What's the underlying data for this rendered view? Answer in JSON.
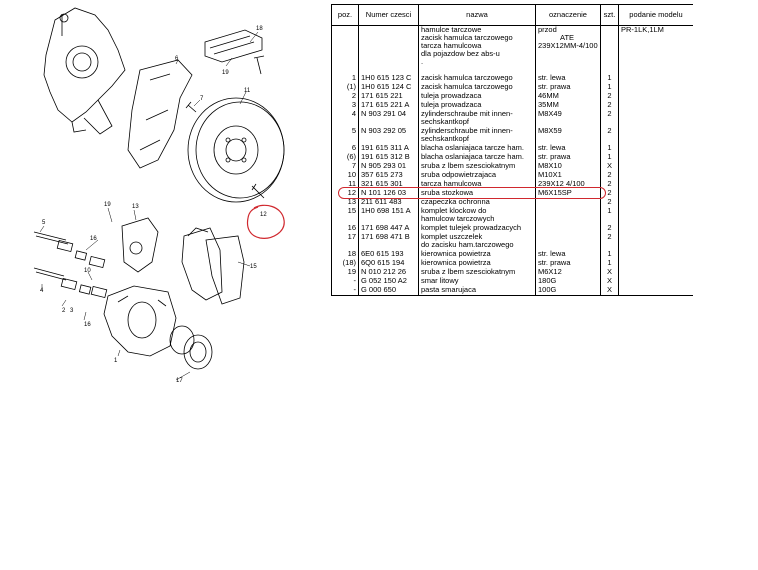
{
  "table": {
    "headers": [
      "poz.",
      "Numer czesci",
      "nazwa",
      "oznaczenie",
      "szt.",
      "podanie modelu"
    ],
    "rows": [
      {
        "pos": "",
        "num": "",
        "name": [
          "hamulce tarczowe",
          "zacisk hamulca tarczowego",
          "tarcza hamulcowa",
          "dla pojazdow bez abs-u",
          "."
        ],
        "desc": [
          "przod",
          "ATE",
          "239X12MM-4/100"
        ],
        "qty": "",
        "model": "PR-1LK,1LM"
      },
      {
        "pos": "1",
        "num": "1H0 615 123 C",
        "name": [
          "zacisk hamulca tarczowego"
        ],
        "desc": [
          "str. lewa"
        ],
        "qty": "1",
        "model": ""
      },
      {
        "pos": "(1)",
        "num": "1H0 615 124 C",
        "name": [
          "zacisk hamulca tarczowego"
        ],
        "desc": [
          "str. prawa"
        ],
        "qty": "1",
        "model": ""
      },
      {
        "pos": "2",
        "num": "171 615 221",
        "name": [
          "tuleja prowadzaca"
        ],
        "desc": [
          "46MM"
        ],
        "qty": "2",
        "model": ""
      },
      {
        "pos": "3",
        "num": "171 615 221 A",
        "name": [
          "tuleja prowadzaca"
        ],
        "desc": [
          "35MM"
        ],
        "qty": "2",
        "model": ""
      },
      {
        "pos": "4",
        "num": "N  903 291 04",
        "name": [
          "zylinderschraube mit innen-",
          "sechskantkopf"
        ],
        "desc": [
          "M8X49"
        ],
        "qty": "2",
        "model": ""
      },
      {
        "pos": "5",
        "num": "N  903 292 05",
        "name": [
          "zylinderschraube mit innen-",
          "sechskantkopf"
        ],
        "desc": [
          "M8X59"
        ],
        "qty": "2",
        "model": ""
      },
      {
        "pos": "6",
        "num": "191 615 311 A",
        "name": [
          "blacha oslaniajaca tarcze ham."
        ],
        "desc": [
          "str. lewa"
        ],
        "qty": "1",
        "model": ""
      },
      {
        "pos": "(6)",
        "num": "191 615 312 B",
        "name": [
          "blacha oslaniajaca tarcze ham."
        ],
        "desc": [
          "str. prawa"
        ],
        "qty": "1",
        "model": ""
      },
      {
        "pos": "7",
        "num": "N  905 293 01",
        "name": [
          "sruba  z lbem szesciokatnym"
        ],
        "desc": [
          "M8X10"
        ],
        "qty": "X",
        "model": ""
      },
      {
        "pos": "10",
        "num": "357 615 273",
        "name": [
          "sruba odpowietrzajaca"
        ],
        "desc": [
          "M10X1"
        ],
        "qty": "2",
        "model": ""
      },
      {
        "pos": "11",
        "num": "321 615 301",
        "name": [
          "tarcza hamulcowa"
        ],
        "desc": [
          "239X12   4/100"
        ],
        "qty": "2",
        "model": ""
      },
      {
        "pos": "12",
        "num": "N  101 126 03",
        "name": [
          "sruba stozkowa"
        ],
        "desc": [
          "M6X15SP"
        ],
        "qty": "2",
        "model": ""
      },
      {
        "pos": "13",
        "num": "211 611 483",
        "name": [
          "czapeczka ochronna"
        ],
        "desc": [
          ""
        ],
        "qty": "2",
        "model": ""
      },
      {
        "pos": "15",
        "num": "1H0 698 151 A",
        "name": [
          "komplet klockow do",
          "hamulcow tarczowych"
        ],
        "desc": [
          ""
        ],
        "qty": "1",
        "model": ""
      },
      {
        "pos": "16",
        "num": "171 698 447 A",
        "name": [
          "komplet tulejek prowadzacych"
        ],
        "desc": [
          ""
        ],
        "qty": "2",
        "model": ""
      },
      {
        "pos": "17",
        "num": "171 698 471 B",
        "name": [
          "komplet uszczelek",
          "do zacisku ham.tarczowego"
        ],
        "desc": [
          ""
        ],
        "qty": "2",
        "model": ""
      },
      {
        "pos": "18",
        "num": "6E0 615 193",
        "name": [
          "kierownica powietrza"
        ],
        "desc": [
          "str. lewa"
        ],
        "qty": "1",
        "model": ""
      },
      {
        "pos": "(18)",
        "num": "6Q0 615 194",
        "name": [
          "kierownica powietrza"
        ],
        "desc": [
          "str. prawa"
        ],
        "qty": "1",
        "model": ""
      },
      {
        "pos": "19",
        "num": "N  010 212 26",
        "name": [
          "sruba  z lbem szesciokatnym"
        ],
        "desc": [
          "M6X12"
        ],
        "qty": "X",
        "model": ""
      },
      {
        "pos": "-",
        "num": "G   052 150 A2",
        "name": [
          "smar litowy"
        ],
        "desc": [
          "180G"
        ],
        "qty": "X",
        "model": ""
      },
      {
        "pos": "-",
        "num": "G   000 650",
        "name": [
          "pasta smarujaca"
        ],
        "desc": [
          "100G"
        ],
        "qty": "X",
        "model": ""
      }
    ]
  },
  "diagram": {
    "callouts": [
      "18",
      "19",
      "6",
      "7",
      "11",
      "19",
      "12",
      "5",
      "16",
      "10",
      "13",
      "15",
      "4",
      "2",
      "3",
      "16",
      "1",
      "17"
    ]
  },
  "colors": {
    "markup": "#d0282e",
    "ink": "#000000"
  }
}
